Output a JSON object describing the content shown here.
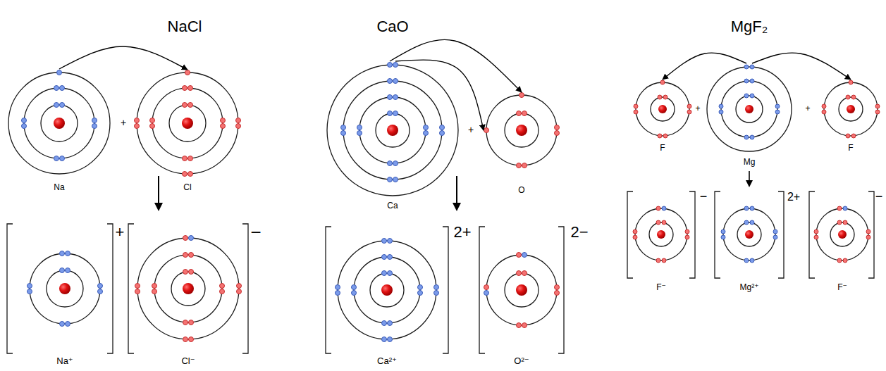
{
  "diagram": {
    "nodes": [
      {
        "text": [
          "Na"
        ]
      },
      {
        "text": [
          "Cl"
        ]
      },
      {
        "text": [
          "Ca"
        ]
      },
      {
        "text": [
          "O"
        ]
      },
      {
        "text": [
          "F"
        ]
      },
      {
        "text": [
          "Mg"
        ]
      },
      {
        "text": [
          "F"
        ]
      },
      {
        "text": [
          "Na⁺"
        ]
      },
      {
        "text": [
          "Cl⁻"
        ]
      },
      {
        "text": [
          "Ca²⁺"
        ]
      },
      {
        "text": [
          "O²⁻"
        ]
      },
      {
        "text": [
          "F⁻"
        ]
      },
      {
        "text": [
          "Mg²⁺"
        ]
      },
      {
        "text": [
          "F⁻"
        ]
      }
    ],
    "edges": [
      {
        "from": 0,
        "to": 1,
        "arrow": "to"
      },
      {
        "from": 2,
        "to": 3,
        "arrow": "to"
      },
      {
        "from": 2,
        "to": 3,
        "arrow": "to"
      },
      {
        "from": 5,
        "to": 4,
        "arrow": "to"
      },
      {
        "from": 5,
        "to": 6,
        "arrow": "to"
      }
    ],
    "labels": [
      "NaCl",
      "CaO",
      "MgF₂",
      "+",
      "+",
      "+",
      "+",
      "+",
      "−",
      "2+",
      "2−",
      "−",
      "2+",
      "−"
    ]
  }
}
